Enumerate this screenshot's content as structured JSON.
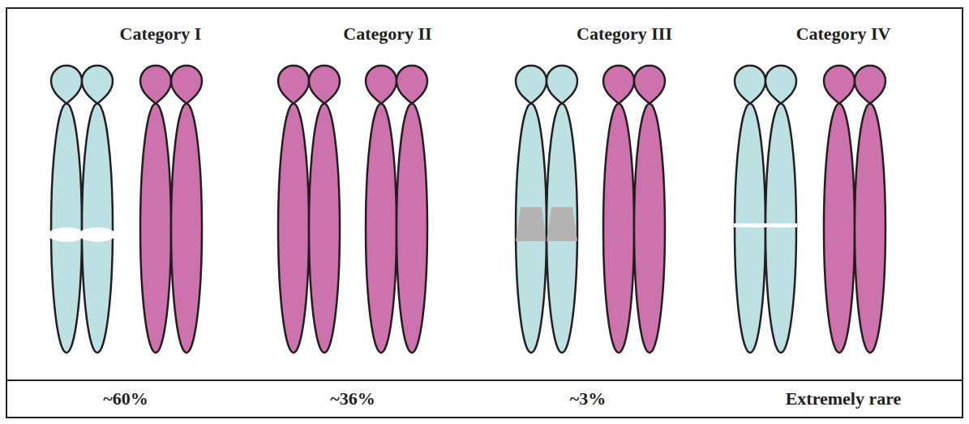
{
  "diagram": {
    "labels": [
      "Category I",
      "Category II",
      "Category III",
      "Category IV",
      "~60%",
      "~36%",
      "~3%",
      "Extremely rare"
    ]
  }
}
